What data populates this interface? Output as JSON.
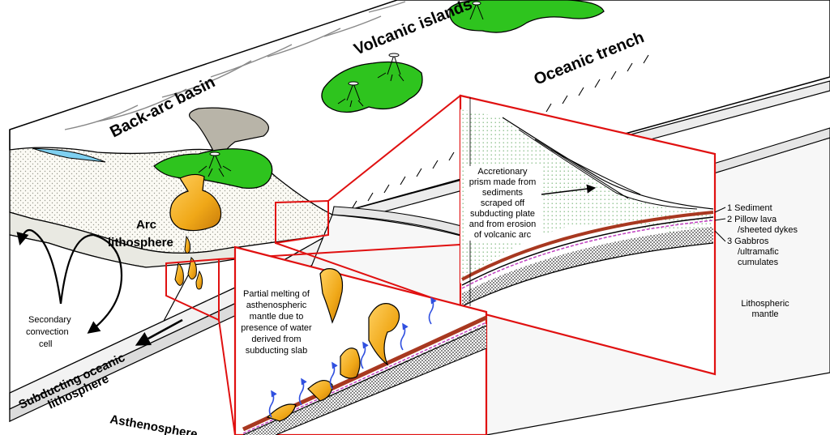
{
  "labels": {
    "back_arc_basin": "Back-arc basin",
    "volcanic_islands": "Volcanic islands",
    "oceanic_trench": "Oceanic trench",
    "arc_lithosphere_1": "Arc",
    "arc_lithosphere_2": "lithosphere",
    "convection_1": "Secondary",
    "convection_2": "convection",
    "convection_3": "cell",
    "subducting_1": "Subducting oceanic",
    "subducting_2": "lithosphere",
    "asthenosphere": "Asthenosphere",
    "accretion_1": "Accretionary",
    "accretion_2": "prism made from",
    "accretion_3": "sediments",
    "accretion_4": "scraped off",
    "accretion_5": "subducting plate",
    "accretion_6": "and from erosion",
    "accretion_7": "of volcanic arc",
    "melting_1": "Partial melting of",
    "melting_2": "asthenospheric",
    "melting_3": "mantle due to",
    "melting_4": "presence of water",
    "melting_5": "derived from",
    "melting_6": "subducting slab",
    "layer_1": "1  Sediment",
    "layer_2a": "2  Pillow lava",
    "layer_2b": "/sheeted dykes",
    "layer_3a": "3  Gabbros",
    "layer_3b": "/ultramafic",
    "layer_3c": "cumulates",
    "lith_mantle_1": "Lithospheric",
    "lith_mantle_2": "mantle"
  },
  "colors": {
    "outline": "#000000",
    "zoom_frame": "#e01010",
    "island_green": "#2ec41e",
    "magma_gold": "#f0a818",
    "ash_grey": "#b8b4a8",
    "sediment_red": "#a83820",
    "water_blue": "#7fd0f0",
    "arc_crust": "#f4f0e4",
    "stipple": "#d8d8d0"
  },
  "icons": [
    "volcano-icon",
    "upward-water-arrow-icon",
    "flow-arrow-icon"
  ]
}
